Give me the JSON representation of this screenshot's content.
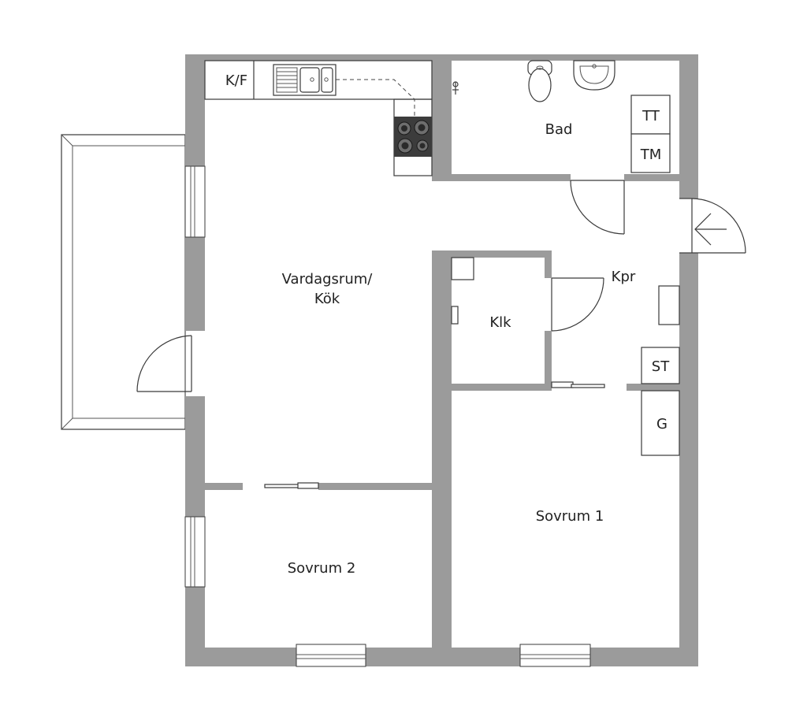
{
  "rooms": {
    "living_line1": "Vardagsrum/",
    "living_line2": "Kök",
    "bath": "Bad",
    "closet": "Klk",
    "hall": "Kpr",
    "bedroom1": "Sovrum 1",
    "bedroom2": "Sovrum 2"
  },
  "fixtures": {
    "fridge_freezer": "K/F",
    "dryer": "TT",
    "washer": "TM",
    "storage": "ST",
    "wardrobe": "G"
  },
  "colors": {
    "wall": "#9b9b9b",
    "line": "#3a3a3a",
    "background": "#ffffff"
  }
}
